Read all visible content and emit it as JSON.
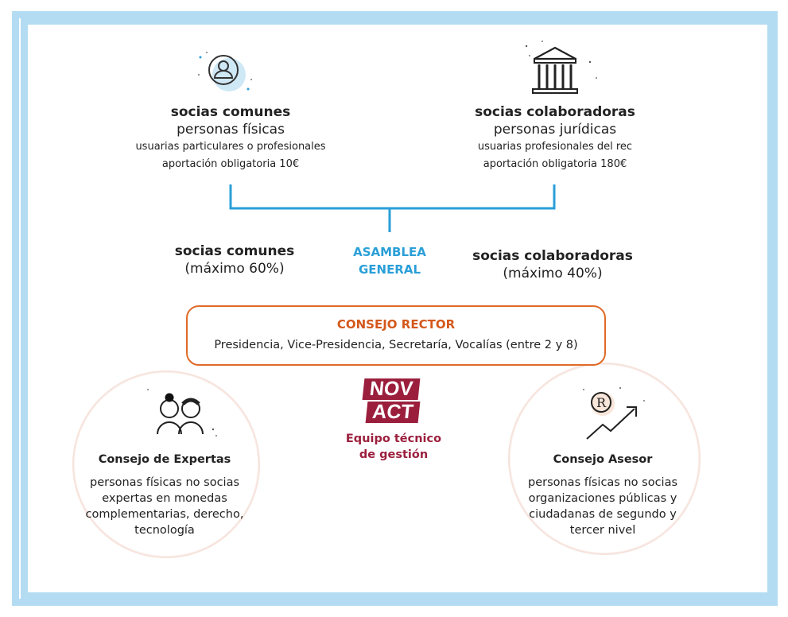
{
  "top_left": {
    "title": "socias comunes",
    "subtitle": "personas físicas",
    "line1": "usuarias particulares o profesionales",
    "line2": "aportación obligatoria 10€"
  },
  "top_right": {
    "title": "socias colaboradoras",
    "subtitle": "personas jurídicas",
    "line1": "usuarias profesionales del rec",
    "line2": "aportación obligatoria 180€"
  },
  "assembly": {
    "left_title": "socias comunes",
    "left_sub": "(máximo 60%)",
    "center_line1": "ASAMBLEA",
    "center_line2": "GENERAL",
    "right_title": "socias colaboradoras",
    "right_sub": "(máximo 40%)"
  },
  "rector": {
    "title": "CONSEJO RECTOR",
    "text": "Presidencia, Vice-Presidencia, Secretaría, Vocalías (entre 2 y 8)"
  },
  "center": {
    "logo_line1": "NOV",
    "logo_line2": "ACT",
    "label_line1": "Equipo técnico",
    "label_line2": "de gestión"
  },
  "experts": {
    "title": "Consejo de Expertas",
    "lines": [
      "personas físicas no socias",
      "expertas en monedas",
      "complementarias, derecho,",
      "tecnología"
    ]
  },
  "advisory": {
    "title": "Consejo Asesor",
    "lines": [
      "personas físicas no socias",
      "organizaciones públicas y",
      "ciudadanas de segundo y",
      "tercer nivel"
    ]
  },
  "colors": {
    "frame": "#b3dcf3",
    "connector": "#2a9fd8",
    "rector_border": "#e06a28",
    "logo": "#9b1f3d"
  },
  "icons": [
    "person-icon",
    "institution-icon",
    "experts-icon",
    "growth-chart-icon"
  ]
}
